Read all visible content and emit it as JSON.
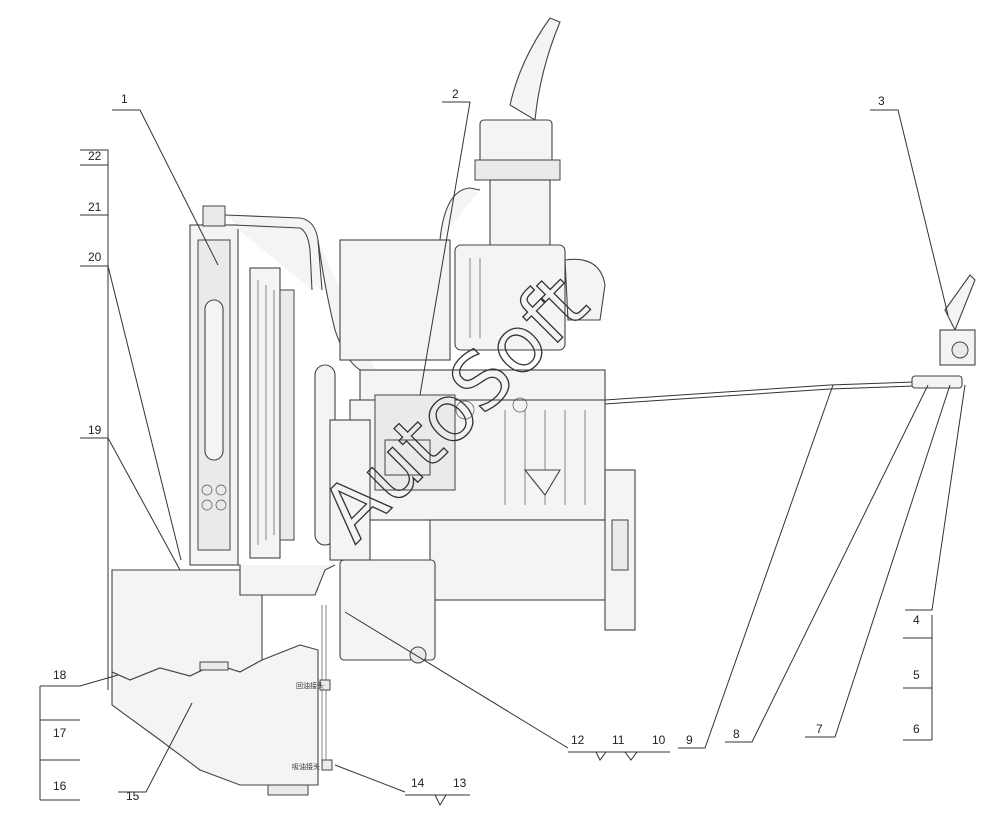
{
  "watermark": "AutoSoft",
  "fittings": {
    "return": "回油接头",
    "inlet": "吸油接头"
  },
  "callouts": {
    "c1": "1",
    "c2": "2",
    "c3": "3",
    "c4": "4",
    "c5": "5",
    "c6": "6",
    "c7": "7",
    "c8": "8",
    "c9": "9",
    "c10": "10",
    "c11": "11",
    "c12": "12",
    "c13": "13",
    "c14": "14",
    "c15": "15",
    "c16": "16",
    "c17": "17",
    "c18": "18",
    "c19": "19",
    "c20": "20",
    "c21": "21",
    "c22": "22"
  },
  "colors": {
    "line": "#333333",
    "fill": "#f4f4f4"
  }
}
